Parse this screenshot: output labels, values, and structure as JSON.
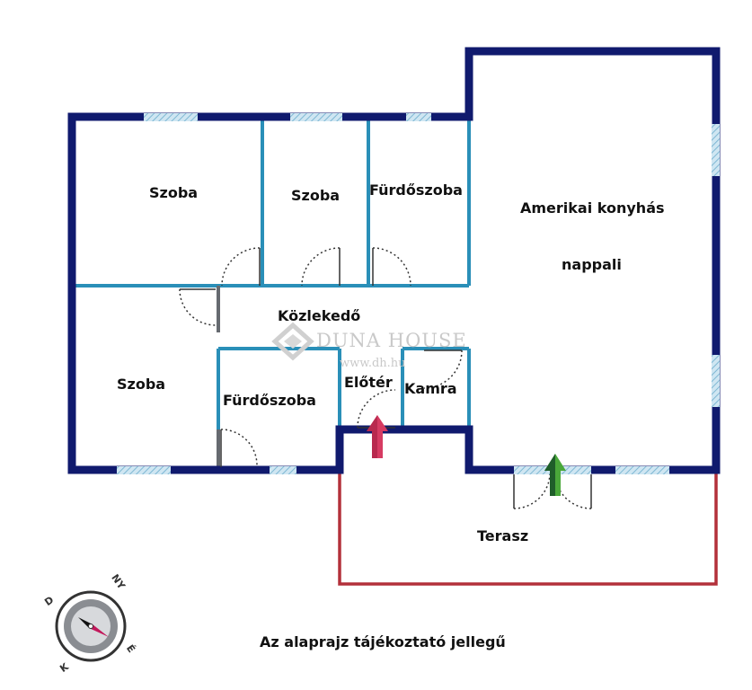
{
  "rooms": {
    "szoba_1": "Szoba",
    "szoba_2": "Szoba",
    "furdoszoba_1": "Fürdőszoba",
    "nappali_line1": "Amerikai konyhás",
    "nappali_line2": "nappali",
    "kozlekedo": "Közlekedő",
    "szoba_3": "Szoba",
    "furdoszoba_2": "Fürdőszoba",
    "eloter": "Előtér",
    "kamra": "Kamra",
    "terasz": "Terasz"
  },
  "watermark": {
    "brand": "DUNA HOUSE",
    "url": "www.dh.hu"
  },
  "compass": {
    "letters": [
      "D",
      "NY",
      "É",
      "K"
    ]
  },
  "note": "Az alaprajz tájékoztató jellegű",
  "colors": {
    "outer_wall": "#101a6e",
    "inner_wall": "#2a8fb8",
    "terrace": "#b3303a",
    "entry_arrow": "#d63b62",
    "terrace_arrow": "#4aa83a"
  },
  "icons": [
    "compass-icon",
    "entry-arrow-icon",
    "terrace-arrow-icon",
    "watermark-logo-icon"
  ]
}
